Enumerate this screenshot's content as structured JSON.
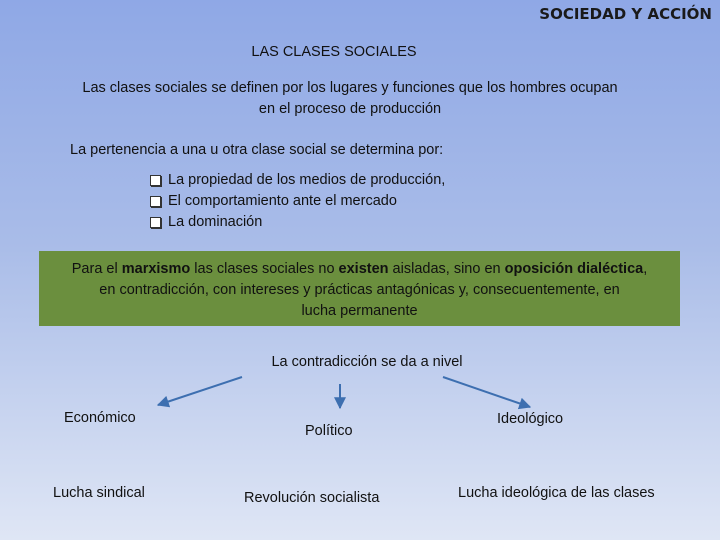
{
  "header": "SOCIEDAD Y ACCIÓN",
  "title": "LAS CLASES SOCIALES",
  "definition": {
    "line1": "Las clases sociales se definen por los lugares y funciones que los hombres ocupan",
    "line2": "en el proceso de producción"
  },
  "intro": "La pertenencia a una u otra clase social se determina por:",
  "criteria": [
    "La propiedad de los medios de producción,",
    "El comportamiento ante el mercado",
    "La dominación"
  ],
  "marxism": {
    "t1": "Para el ",
    "b1": "marxismo",
    "t2": " las clases sociales no ",
    "b2": "existen",
    "t3": " aisladas, sino en ",
    "b3": "oposición dialéctica",
    "t4": ",",
    "line2": "en contradicción, con intereses y prácticas antagónicas y, consecuentemente, en",
    "line3": "lucha permanente"
  },
  "levels_title": "La contradicción se da a nivel",
  "levels": [
    {
      "name": "Económico",
      "struggle": "Lucha sindical"
    },
    {
      "name": "Político",
      "struggle": "Revolución socialista"
    },
    {
      "name": "Ideológico",
      "struggle": "Lucha ideológica de las clases"
    }
  ],
  "colors": {
    "arrow": "#3d6fb0",
    "box": "#6b8f3e"
  }
}
